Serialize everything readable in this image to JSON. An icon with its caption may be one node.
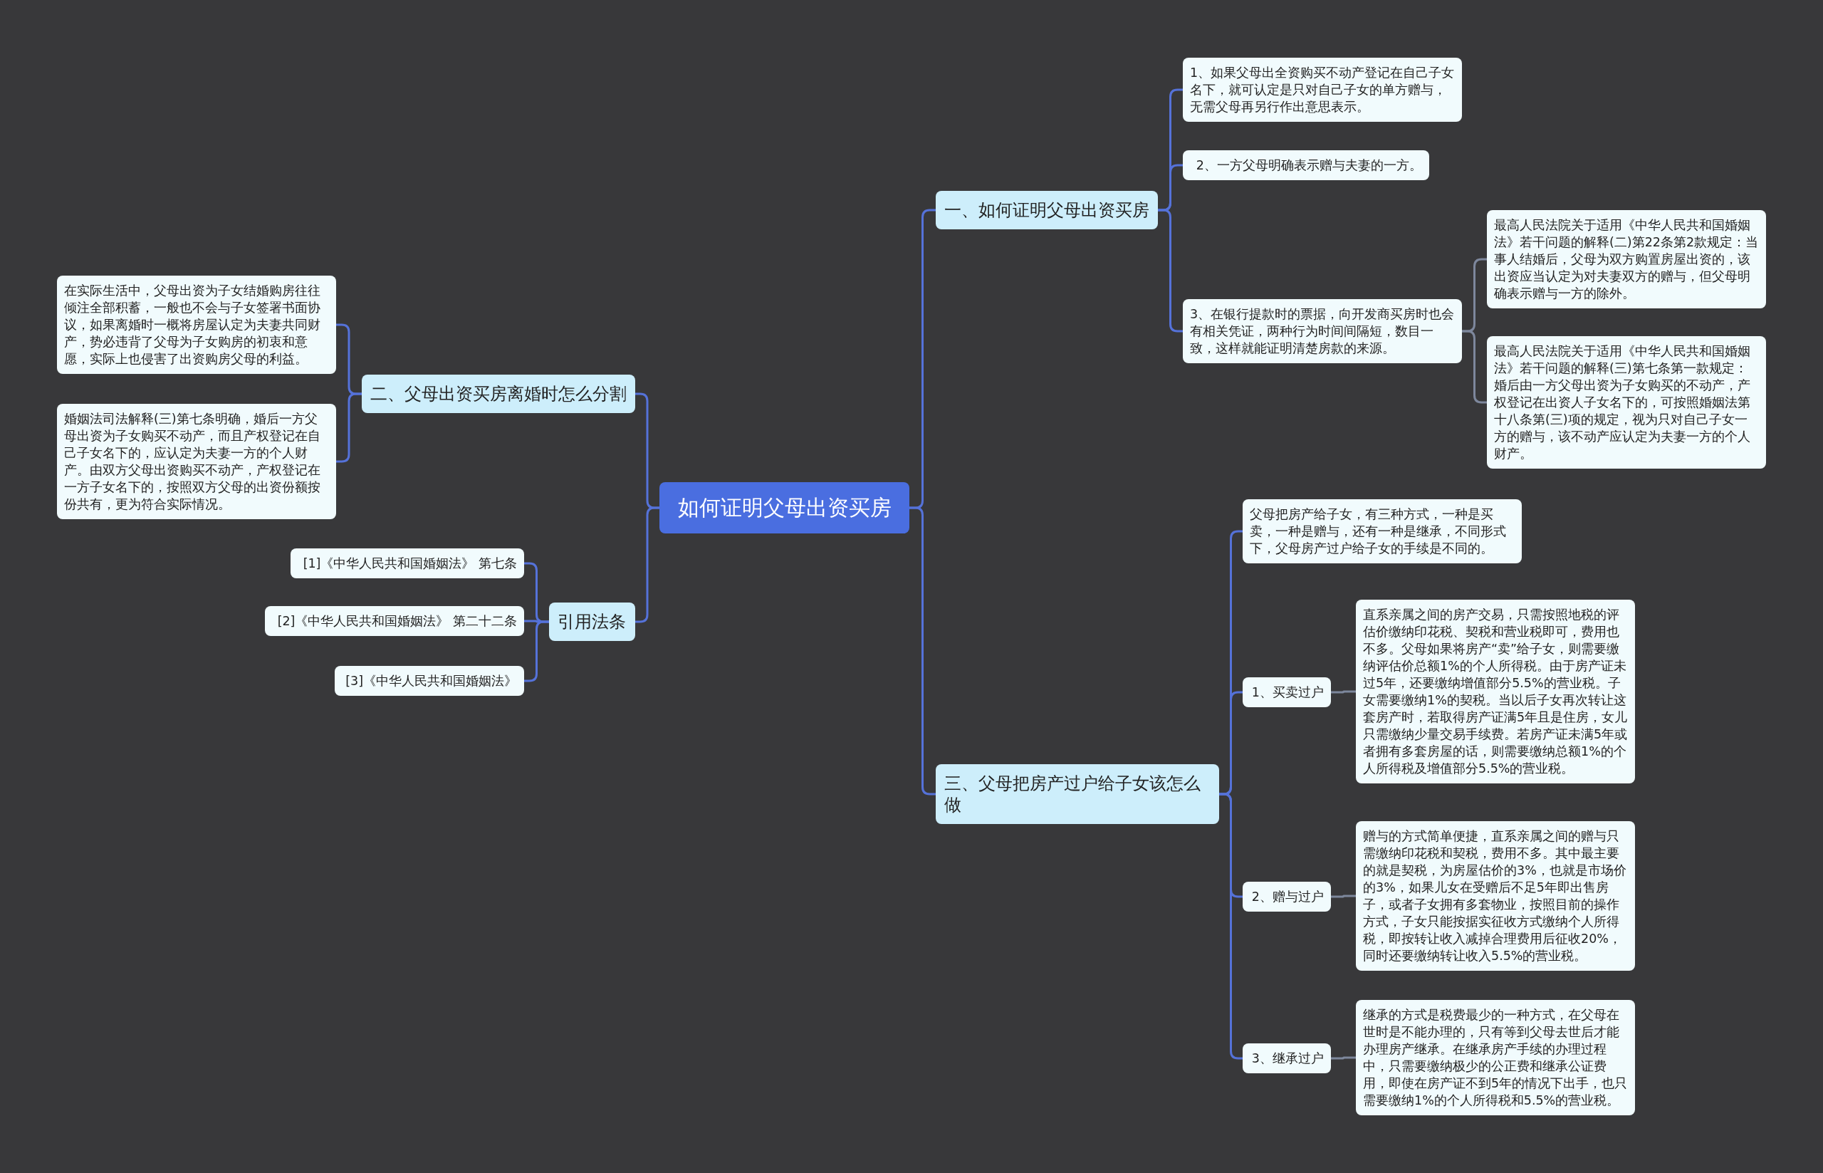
{
  "diagram": {
    "nodes": [
      {
        "text": [
          "如何证明父母出资买房"
        ]
      },
      {
        "text": [
          "一、如何证明父母出资买房"
        ]
      },
      {
        "text": [
          "1、如果父母出全资购买不动产登记在自己子女名下，就可认定是只对自己子女的单方赠与，无需父母再另行作出意思表示。"
        ]
      },
      {
        "text": [
          "2、一方父母明确表示赠与夫妻的一方。"
        ]
      },
      {
        "text": [
          "3、在银行提款时的票据，向开发商买房时也会有相关凭证，两种行为时间间隔短，数目一致，这样就能证明清楚房款的来源。"
        ]
      },
      {
        "text": [
          "最高人民法院关于适用《中华人民共和国婚姻法》若干问题的解释(二)第22条第2款规定：当事人结婚后，父母为双方购置房屋出资的，该出资应当认定为对夫妻双方的赠与，但父母明确表示赠与一方的除外。"
        ]
      },
      {
        "text": [
          "最高人民法院关于适用《中华人民共和国婚姻法》若干问题的解释(三)第七条第一款规定：婚后由一方父母出资为子女购买的不动产，产权登记在出资人子女名下的，可按照婚姻法第十八条第(三)项的规定，视为只对自己子女一方的赠与，该不动产应认定为夫妻一方的个人财产。"
        ]
      },
      {
        "text": [
          "二、父母出资买房离婚时怎么分割"
        ]
      },
      {
        "text": [
          "在实际生活中，父母出资为子女结婚购房往往倾注全部积蓄，一般也不会与子女签署书面协议，如果离婚时一概将房屋认定为夫妻共同财产，势必违背了父母为子女购房的初衷和意愿，实际上也侵害了出资购房父母的利益。"
        ]
      },
      {
        "text": [
          "婚姻法司法解释(三)第七条明确，婚后一方父母出资为子女购买不动产，而且产权登记在自己子女名下的，应认定为夫妻一方的个人财产。由双方父母出资购买不动产，产权登记在一方子女名下的，按照双方父母的出资份额按份共有，更为符合实际情况。"
        ]
      },
      {
        "text": [
          "引用法条"
        ]
      },
      {
        "text": [
          "[1]《中华人民共和国婚姻法》 第七条"
        ]
      },
      {
        "text": [
          "[2]《中华人民共和国婚姻法》 第二十二条"
        ]
      },
      {
        "text": [
          "[3]《中华人民共和国婚姻法》"
        ]
      },
      {
        "text": [
          "三、父母把房产过户给子女该怎么做"
        ]
      },
      {
        "text": [
          "父母把房产给子女，有三种方式，一种是买卖，一种是赠与，还有一种是继承，不同形式下，父母房产过户给子女的手续是不同的。"
        ]
      },
      {
        "text": [
          "1、买卖过户"
        ]
      },
      {
        "text": [
          "直系亲属之间的房产交易，只需按照地税的评估价缴纳印花税、契税和营业税即可，费用也不多。父母如果将房产“卖”给子女，则需要缴纳评估价总额1%的个人所得税。由于房产证未过5年，还要缴纳增值部分5.5%的营业税。子女需要缴纳1%的契税。当以后子女再次转让这套房产时，若取得房产证满5年且是住房，女儿只需缴纳少量交易手续费。若房产证未满5年或者拥有多套房屋的话，则需要缴纳总额1%的个人所得税及增值部分5.5%的营业税。"
        ]
      },
      {
        "text": [
          "2、赠与过户"
        ]
      },
      {
        "text": [
          "赠与的方式简单便捷，直系亲属之间的赠与只需缴纳印花税和契税，费用不多。其中最主要的就是契税，为房屋估价的3%，也就是市场价的3%，如果儿女在受赠后不足5年即出售房子，或者子女拥有多套物业，按照目前的操作方式，子女只能按据实征收方式缴纳个人所得税，即按转让收入减掉合理费用后征收20%，同时还要缴纳转让收入5.5%的营业税。"
        ]
      },
      {
        "text": [
          "3、继承过户"
        ]
      },
      {
        "text": [
          "继承的方式是税费最少的一种方式，在父母在世时是不能办理的，只有等到父母去世后才能办理房产继承。在继承房产手续的办理过程中，只需要缴纳极少的公正费和继承公证费用，即使在房产证不到5年的情况下出手，也只需要缴纳1%的个人所得税和5.5%的营业税。"
        ]
      }
    ],
    "edges": [
      {
        "from": 0,
        "to": 1,
        "arrow": "none"
      },
      {
        "from": 1,
        "to": 2,
        "arrow": "none"
      },
      {
        "from": 1,
        "to": 3,
        "arrow": "none"
      },
      {
        "from": 1,
        "to": 4,
        "arrow": "none"
      },
      {
        "from": 4,
        "to": 5,
        "arrow": "none",
        "color": "#7d879c"
      },
      {
        "from": 4,
        "to": 6,
        "arrow": "none",
        "color": "#7d879c"
      },
      {
        "from": 0,
        "to": 7,
        "arrow": "none"
      },
      {
        "from": 7,
        "to": 8,
        "arrow": "none"
      },
      {
        "from": 7,
        "to": 9,
        "arrow": "none"
      },
      {
        "from": 0,
        "to": 10,
        "arrow": "none"
      },
      {
        "from": 10,
        "to": 11,
        "arrow": "none"
      },
      {
        "from": 10,
        "to": 12,
        "arrow": "none"
      },
      {
        "from": 10,
        "to": 13,
        "arrow": "none"
      },
      {
        "from": 0,
        "to": 14,
        "arrow": "none"
      },
      {
        "from": 14,
        "to": 15,
        "arrow": "none"
      },
      {
        "from": 14,
        "to": 16,
        "arrow": "none"
      },
      {
        "from": 16,
        "to": 17,
        "arrow": "none",
        "color": "#7d879c"
      },
      {
        "from": 14,
        "to": 18,
        "arrow": "none"
      },
      {
        "from": 18,
        "to": 19,
        "arrow": "none",
        "color": "#7d879c"
      },
      {
        "from": 14,
        "to": 20,
        "arrow": "none"
      },
      {
        "from": 20,
        "to": 21,
        "arrow": "none",
        "color": "#7d879c"
      }
    ]
  }
}
